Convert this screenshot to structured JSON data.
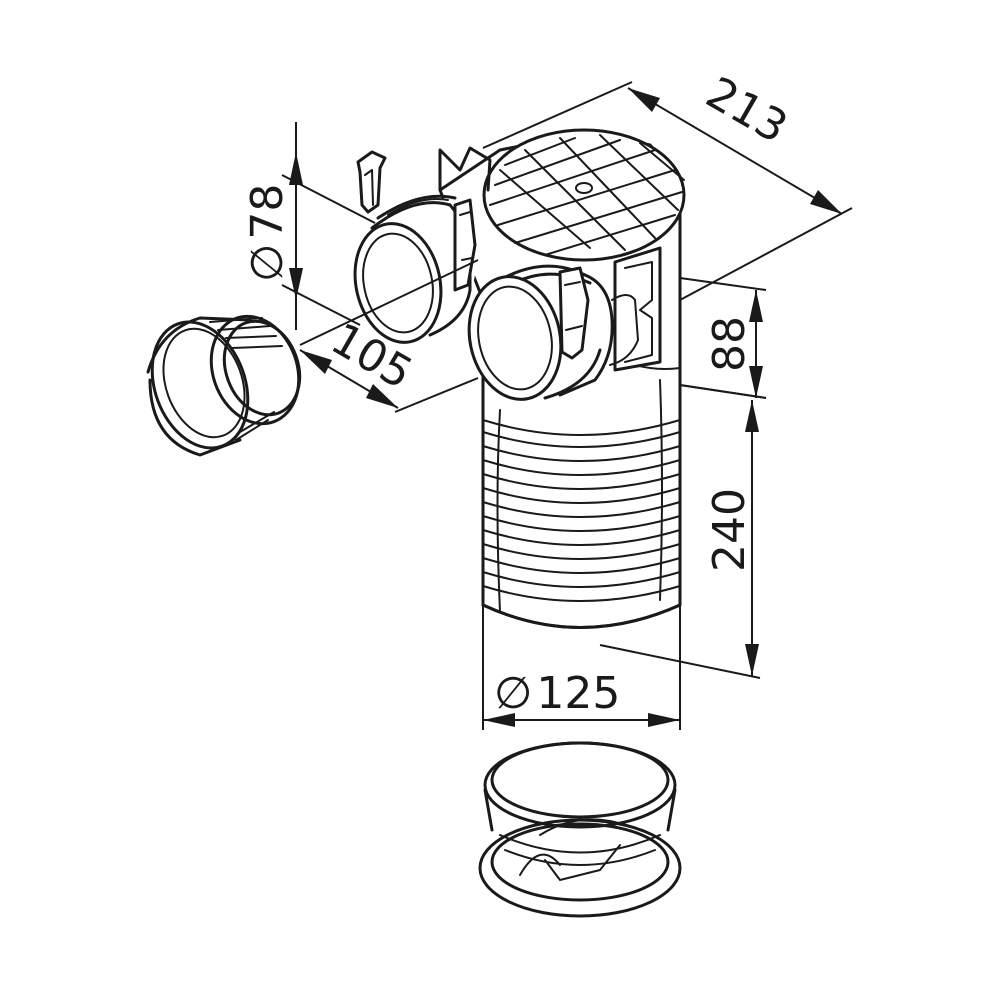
{
  "dimensions": {
    "length_213": "213",
    "branch_diameter_78": "78",
    "branch_spacing_105": "105",
    "branch_height_88": "88",
    "height_240": "240",
    "main_diameter_125": "125"
  },
  "symbols": {
    "diameter": "∅"
  }
}
